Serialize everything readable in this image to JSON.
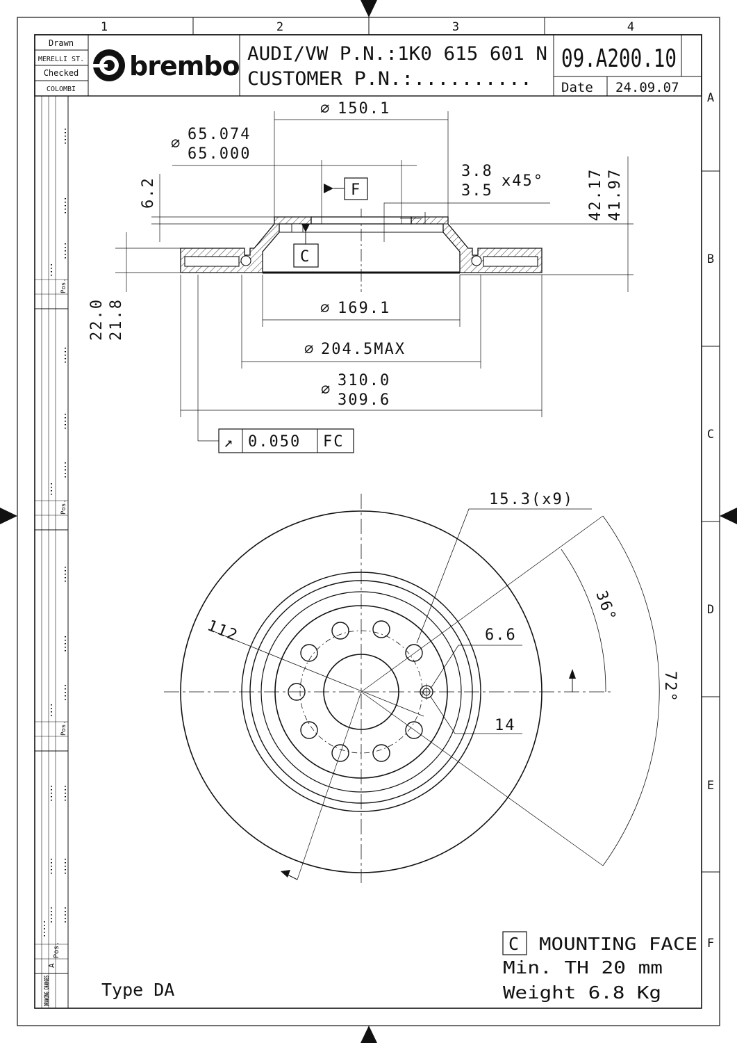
{
  "title_block": {
    "drawn_label": "Drawn",
    "drawn_by": "MERELLI ST.",
    "checked_label": "Checked",
    "checked_by": "COLOMBI",
    "brand": "brembo",
    "brand_mark": "®",
    "oem_line": "AUDI/VW P.N.:1K0 615 601 N",
    "customer_line": "CUSTOMER P.N.:..........",
    "part_number": "09.A200.10",
    "date_label": "Date",
    "date_value": "24.09.07"
  },
  "grid": {
    "columns": [
      "1",
      "2",
      "3",
      "4"
    ],
    "rows": [
      "A",
      "B",
      "C",
      "D",
      "E",
      "F"
    ]
  },
  "side_strip": {
    "pos_label": "Pos.",
    "a_label": "A",
    "drawing_changes": "DRAWING CHANGES"
  },
  "section_view": {
    "dim_hub_bore": "150.1",
    "dim_center_bore_max": "65.074",
    "dim_center_bore_min": "65.000",
    "dim_hat_step": "6.2",
    "dim_chamfer_max": "3.8",
    "dim_chamfer_min": "3.5",
    "dim_chamfer_angle": "x45°",
    "dim_height_max": "42.17",
    "dim_height_min": "41.97",
    "label_f": "F",
    "label_c": "C",
    "dim_thickness_max": "22.0",
    "dim_thickness_min": "21.8",
    "dim_hat_dia": "169.1",
    "dim_inner_dia": "204.5MAX",
    "dim_outer_max": "310.0",
    "dim_outer_min": "309.6",
    "runout_symbol": "↗",
    "runout_value": "0.050",
    "runout_ref": "FC",
    "diameter_symbol": "⌀"
  },
  "face_view": {
    "bolt_holes": "15.3(x9)",
    "pcd": "112",
    "small_hole": "6.6",
    "small_hole_pcd": "14",
    "angle_small": "36°",
    "angle_large": "72°"
  },
  "notes": {
    "type": "Type DA",
    "mounting_ref": "C",
    "mounting_face": "MOUNTING FACE",
    "min_thickness": "Min. TH 20 mm",
    "weight": "Weight 6.8 Kg"
  },
  "colors": {
    "ink": "#111111",
    "paper": "#ffffff"
  }
}
